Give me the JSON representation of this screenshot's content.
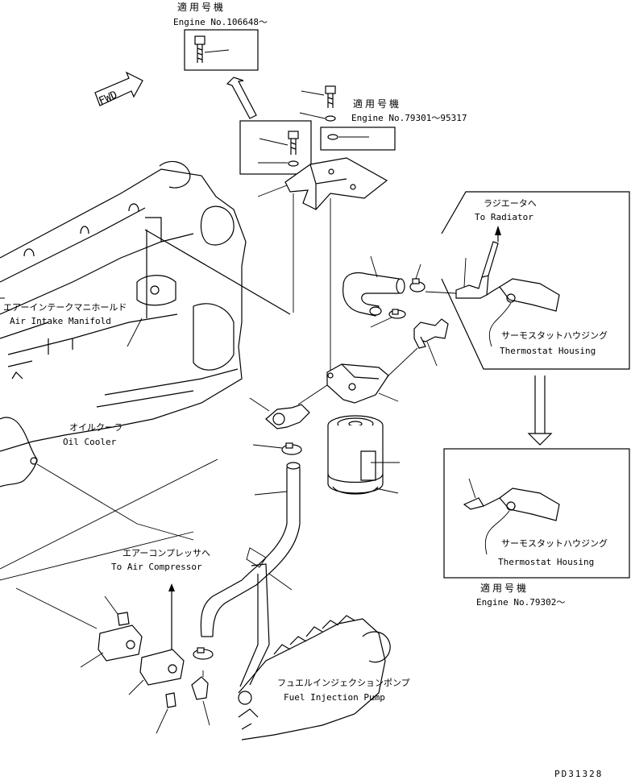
{
  "labels": {
    "applicable_jp": "適用号機",
    "engine_106648": "Engine No.106648～",
    "engine_79301": "Engine No.79301～95317",
    "engine_79302": "Engine No.79302～",
    "fwd": "FWD",
    "radiator_jp": "ラジエータへ",
    "radiator_en": "To Radiator",
    "thermostat_jp": "サーモスタットハウジング",
    "thermostat_en": "Thermostat Housing",
    "air_intake_jp": "エアーインテークマニホールド",
    "air_intake_en": "Air Intake Manifold",
    "oil_cooler_jp": "オイルクーラ",
    "oil_cooler_en": "Oil Cooler",
    "air_comp_jp": "エアーコンプレッサへ",
    "air_comp_en": "To Air Compressor",
    "fuel_pump_jp": "フュエルインジェクションポンプ",
    "fuel_pump_en": "Fuel Injection Pump",
    "drawing_no": "PD31328"
  }
}
